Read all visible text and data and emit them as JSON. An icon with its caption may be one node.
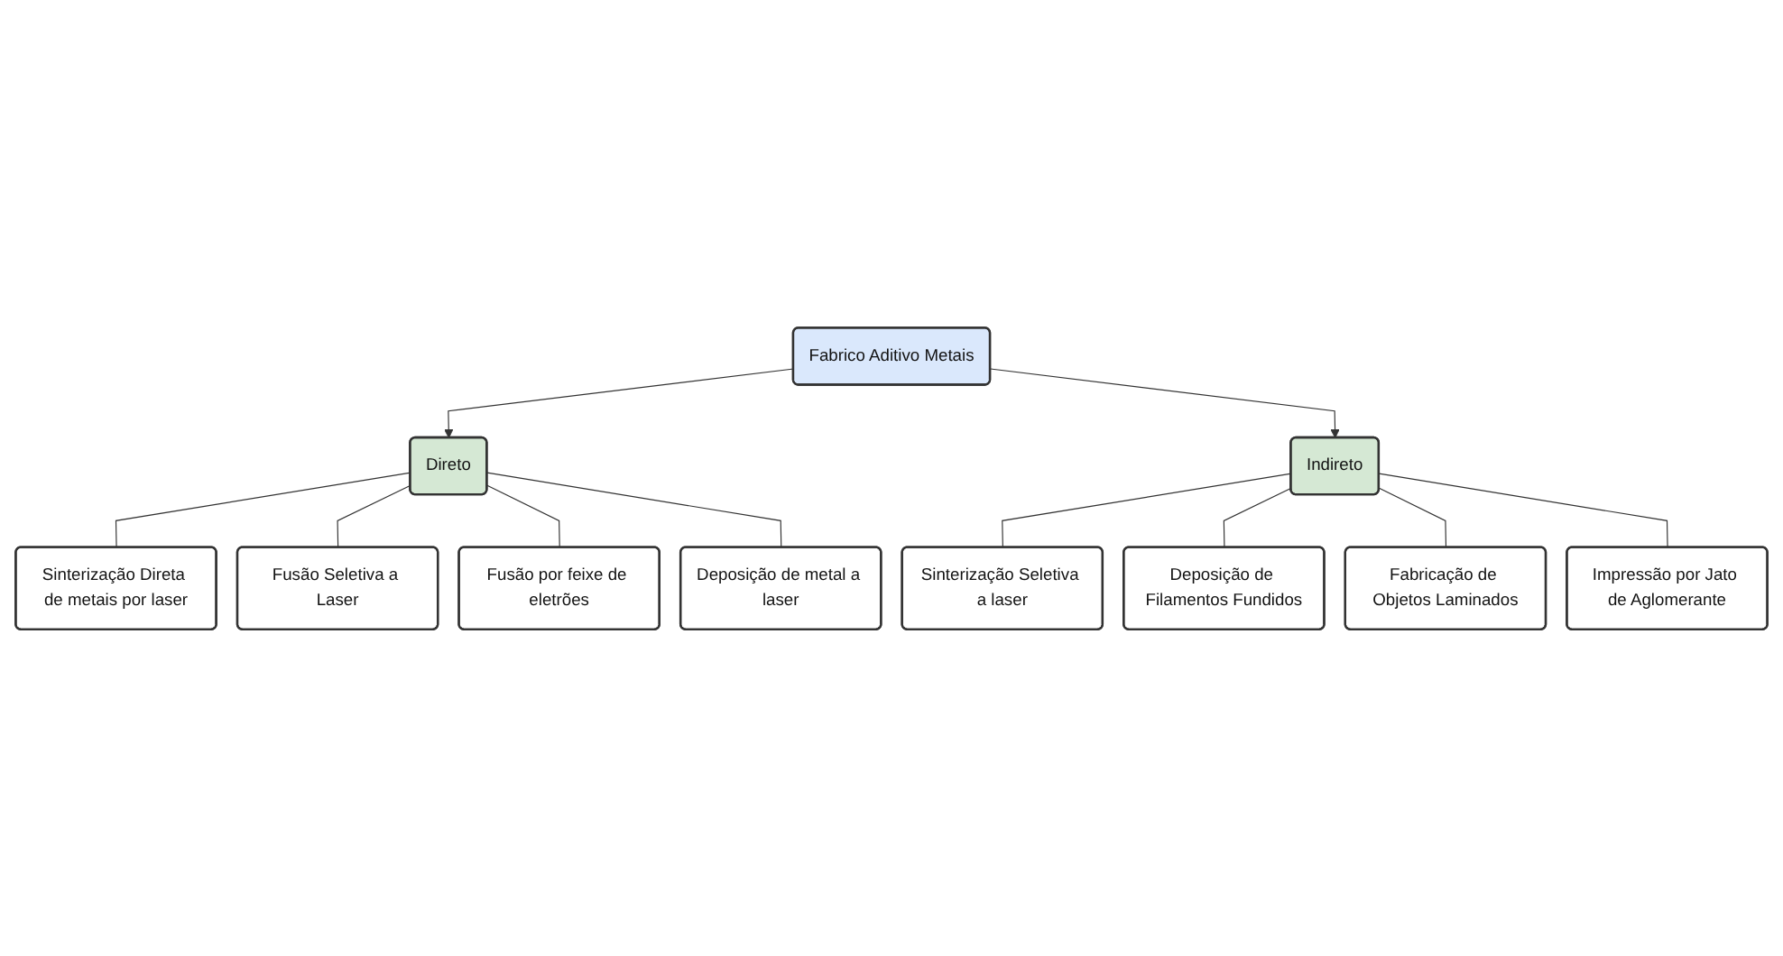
{
  "diagram": {
    "nodes": [
      {
        "text": [
          "Fabrico Aditivo Metais"
        ]
      },
      {
        "text": [
          "Direto"
        ]
      },
      {
        "text": [
          "Indireto"
        ]
      },
      {
        "text": [
          "Sinterização Direta de metais por laser"
        ]
      },
      {
        "text": [
          "Fusão Seletiva a Laser"
        ]
      },
      {
        "text": [
          "Fusão por feixe de eletrões"
        ]
      },
      {
        "text": [
          "Deposição de metal a laser"
        ]
      },
      {
        "text": [
          "Sinterização Seletiva a laser"
        ]
      },
      {
        "text": [
          "Deposição de Filamentos Fundidos"
        ]
      },
      {
        "text": [
          "Fabricação de Objetos Laminados"
        ]
      },
      {
        "text": [
          "Impressão por Jato de Aglomerante"
        ]
      }
    ],
    "edges": [
      {
        "from": 0,
        "to": 1,
        "arrow": "to"
      },
      {
        "from": 0,
        "to": 2,
        "arrow": "to"
      },
      {
        "from": 1,
        "to": 3,
        "arrow": "none"
      },
      {
        "from": 1,
        "to": 4,
        "arrow": "none"
      },
      {
        "from": 1,
        "to": 5,
        "arrow": "none"
      },
      {
        "from": 1,
        "to": 6,
        "arrow": "none"
      },
      {
        "from": 2,
        "to": 7,
        "arrow": "none"
      },
      {
        "from": 2,
        "to": 8,
        "arrow": "none"
      },
      {
        "from": 2,
        "to": 9,
        "arrow": "none"
      },
      {
        "from": 2,
        "to": 10,
        "arrow": "none"
      }
    ]
  }
}
